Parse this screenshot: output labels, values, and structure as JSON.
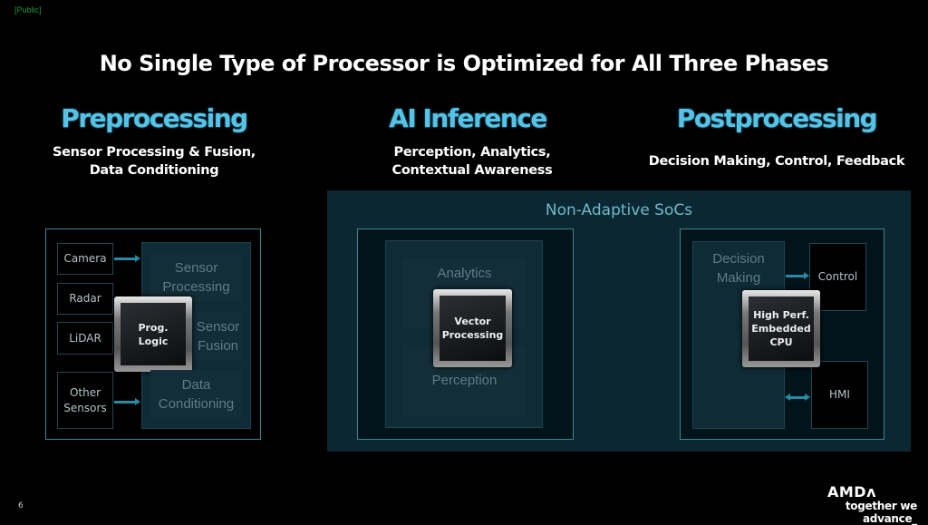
{
  "classification": "[Public]",
  "title": "No Single Type of Processor is Optimized for All Three Phases",
  "phases": [
    {
      "heading": "Preprocessing",
      "subtitle_lines": [
        "Sensor Processing & Fusion,",
        "Data Conditioning"
      ]
    },
    {
      "heading": "AI Inference",
      "subtitle_lines": [
        "Perception, Analytics,",
        "Contextual Awareness"
      ]
    },
    {
      "heading": "Postprocessing",
      "subtitle_lines": [
        "Decision Making, Control, Feedback"
      ]
    }
  ],
  "panel_title": "Non-Adaptive SoCs",
  "pre": {
    "inputs": [
      "Camera",
      "Radar",
      "LiDAR",
      "Other Sensors"
    ],
    "stages": [
      "Sensor Processing",
      "Sensor Fusion",
      "Data Conditioning"
    ],
    "chip": "Prog.\nLogic"
  },
  "ai": {
    "stages": [
      "Analytics",
      "Perception"
    ],
    "chip": "Vector\nProcessing"
  },
  "post": {
    "stage": "Decision Making",
    "outputs": [
      "Control",
      "HMI"
    ],
    "chip": "High Perf.\nEmbedded\nCPU"
  },
  "page_number": "6",
  "brand": {
    "logo": "AMDᴧ",
    "tagline": "together we advance_"
  }
}
